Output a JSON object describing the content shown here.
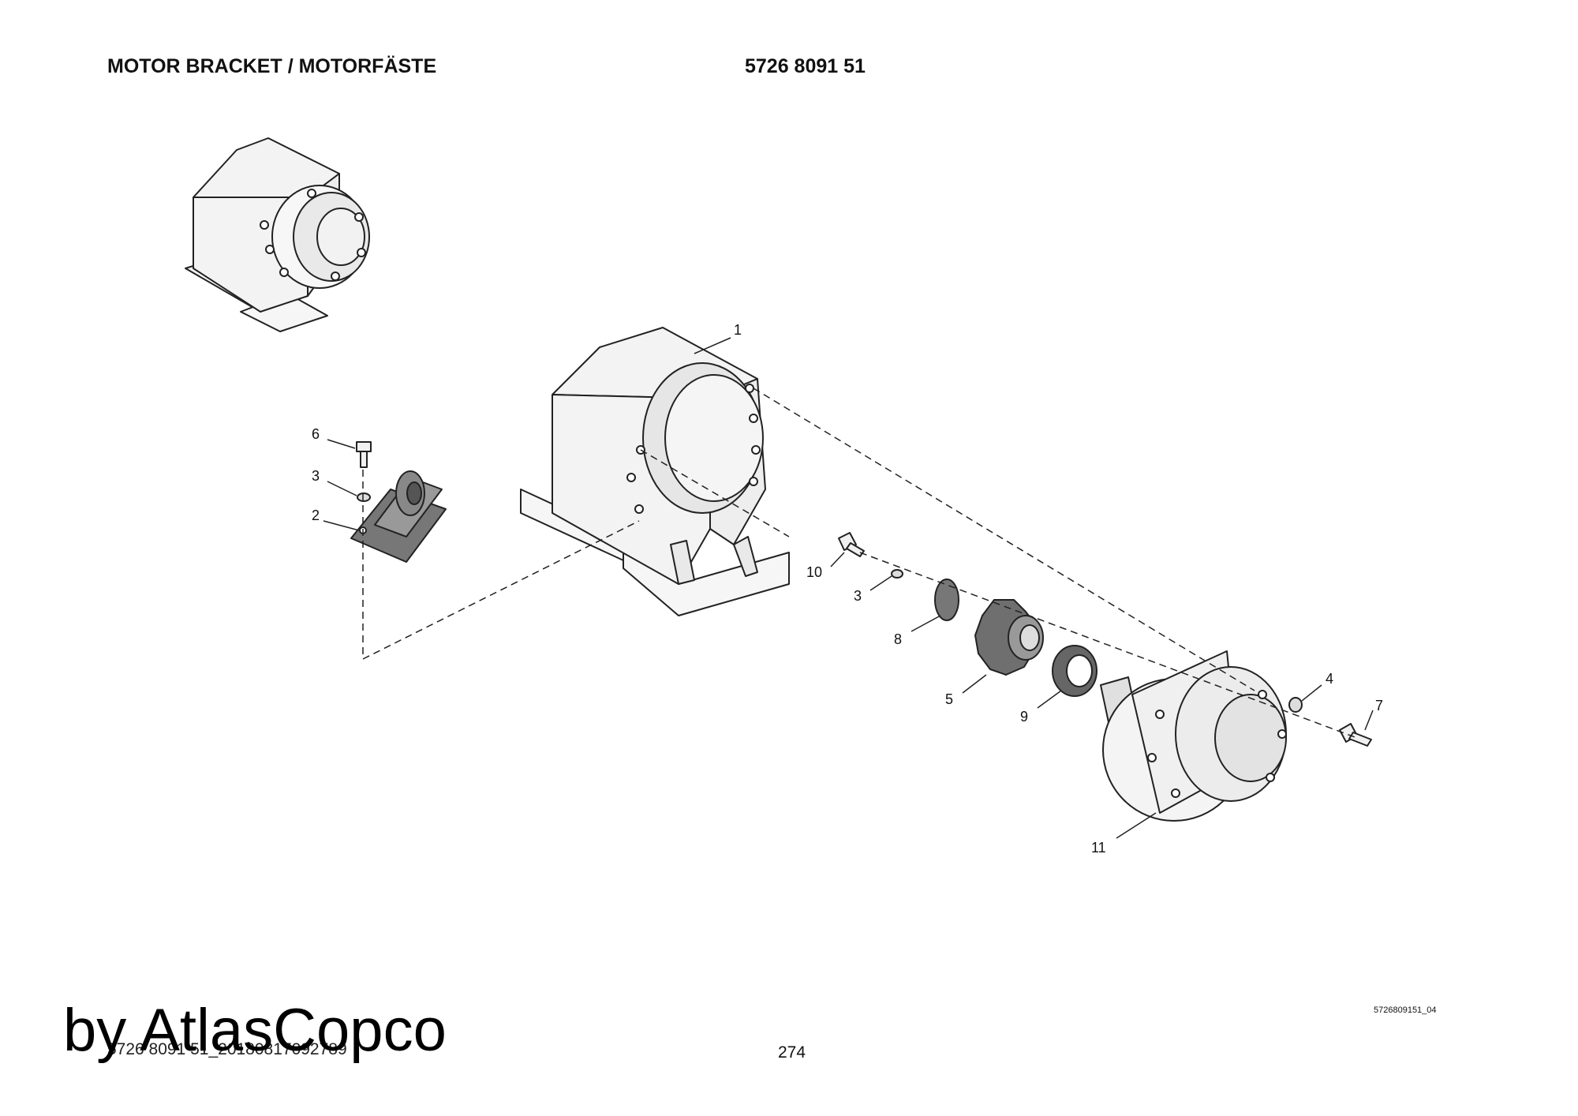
{
  "header": {
    "title": "MOTOR BRACKET / MOTORFÄSTE",
    "part_number": "5726 8091 51"
  },
  "callouts": [
    "1",
    "6",
    "3",
    "2",
    "10",
    "3",
    "8",
    "5",
    "9",
    "4",
    "7",
    "11"
  ],
  "footer": {
    "document_ref": "5726 8091 51_20180817092789",
    "watermark": "by AtlasCopco",
    "page_number": "274",
    "image_code": "5726809151_04"
  }
}
